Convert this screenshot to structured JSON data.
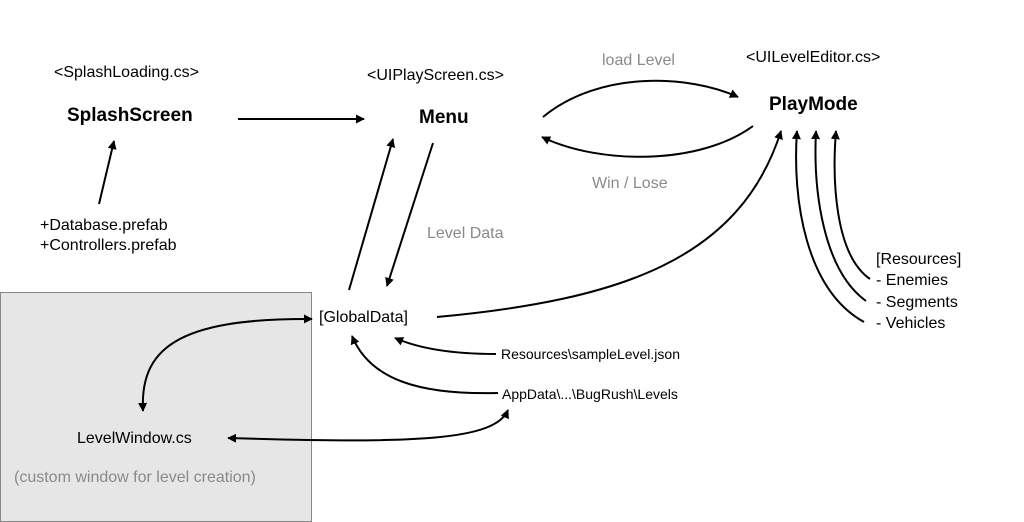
{
  "colors": {
    "panel_bg": "#e6e6e6",
    "panel_border": "#888888",
    "edge_label": "#8a8a8a",
    "line": "#000000"
  },
  "splash": {
    "script": "<SplashLoading.cs>",
    "name": "SplashScreen",
    "prefab_1": "+Database.prefab",
    "prefab_2": "+Controllers.prefab"
  },
  "menu": {
    "script": "<UIPlayScreen.cs>",
    "name": "Menu"
  },
  "playmode": {
    "script": "<UILevelEditor.cs>",
    "name": "PlayMode"
  },
  "edges": {
    "load_level": "load Level",
    "win_lose": "Win / Lose",
    "level_data": "Level Data"
  },
  "global_data": "[GlobalData]",
  "resources": {
    "title": "[Resources]",
    "enemies": "- Enemies",
    "segments": "- Segments",
    "vehicles": "- Vehicles"
  },
  "sources": {
    "sample_level": "Resources\\sampleLevel.json",
    "appdata_levels": "AppData\\...\\BugRush\\Levels"
  },
  "level_window": {
    "name": "LevelWindow.cs",
    "caption": "(custom window for level creation)"
  }
}
